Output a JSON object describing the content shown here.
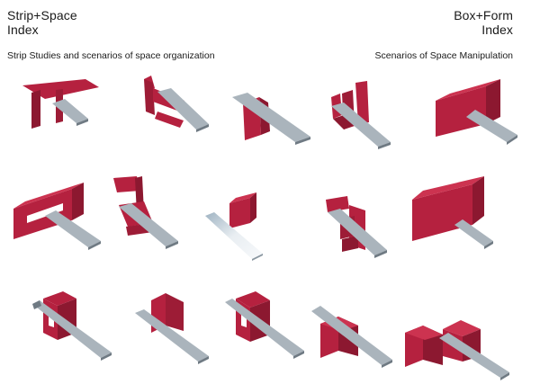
{
  "left": {
    "title_line1": "Strip+Space",
    "title_line2": "Index",
    "subtitle": "Strip Studies and scenarios of space organization"
  },
  "right": {
    "title_line1": "Box+Form",
    "title_line2": "Index",
    "subtitle": "Scenarios of Space Manipulation"
  },
  "colors": {
    "box_red": "#b5213f",
    "box_red_dark": "#8c1830",
    "strip_gray": "#aab4bc",
    "strip_light": "#d6dde3",
    "background": "#ffffff"
  }
}
